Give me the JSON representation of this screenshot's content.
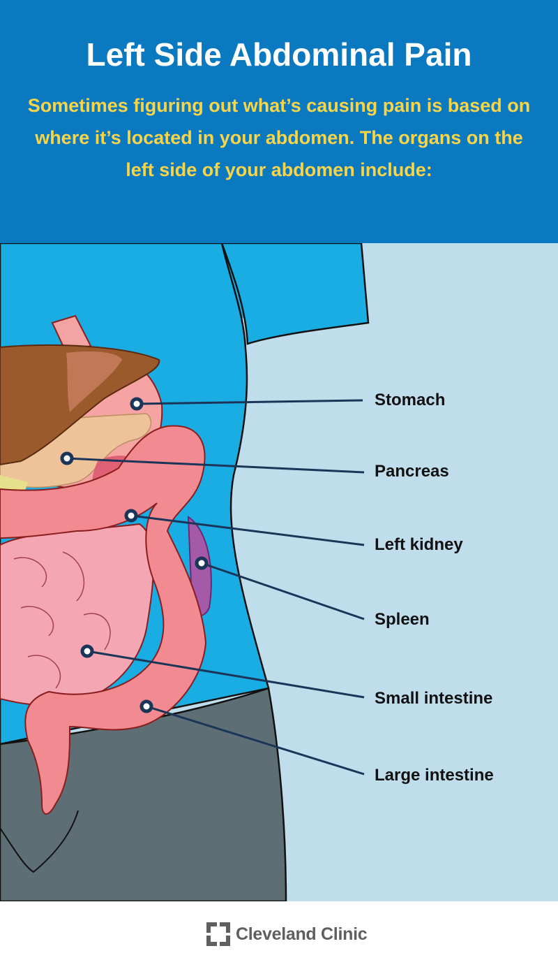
{
  "header": {
    "title": "Left Side Abdominal Pain",
    "subtitle": "Sometimes figuring out what’s causing pain is based on where it’s located in your abdomen. The organs on the left side of your abdomen include:"
  },
  "labels": [
    {
      "id": "stomach",
      "text": "Stomach"
    },
    {
      "id": "pancreas",
      "text": "Pancreas"
    },
    {
      "id": "left-kidney",
      "text": "Left kidney"
    },
    {
      "id": "spleen",
      "text": "Spleen"
    },
    {
      "id": "small-intestine",
      "text": "Small intestine"
    },
    {
      "id": "large-intestine",
      "text": "Large intestine"
    }
  ],
  "footer": {
    "brand": "Cleveland Clinic"
  },
  "colors": {
    "header_bg": "#0b79c0",
    "subtitle": "#f8d548",
    "background": "#c0ddec",
    "torso": "#19ade3",
    "pants": "#5d6f75",
    "leader_line": "#1b3558"
  }
}
